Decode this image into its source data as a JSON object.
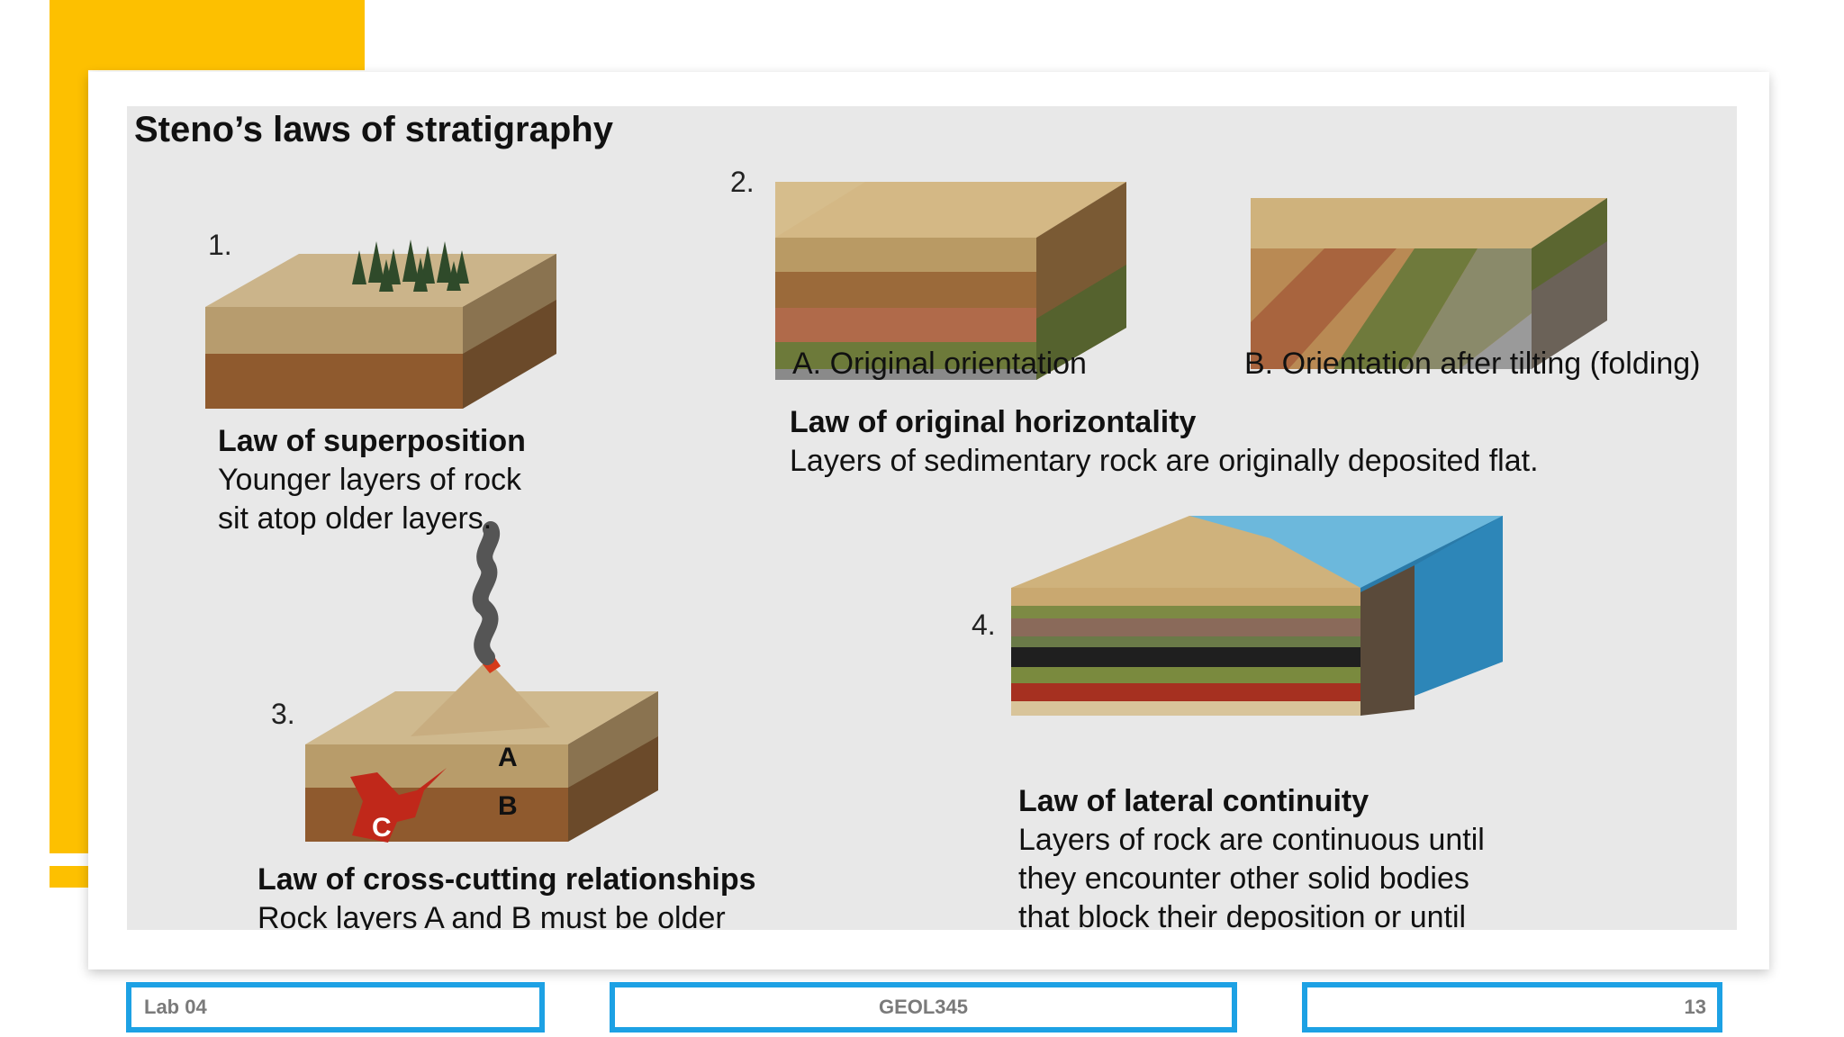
{
  "figure": {
    "title": "Steno’s laws of stratigraphy",
    "panel1": {
      "number": "1.",
      "heading": "Law of superposition",
      "text_line1": "Younger layers of rock",
      "text_line2": "sit atop older layers."
    },
    "panel2": {
      "number": "2.",
      "label_a": "A. Original orientation",
      "label_b": "B. Orientation after tilting (folding)",
      "heading": "Law of original horizontality",
      "text_line1": "Layers of sedimentary rock are originally deposited flat."
    },
    "panel3": {
      "number": "3.",
      "marker_a": "A",
      "marker_b": "B",
      "marker_c": "C",
      "heading": "Law of cross-cutting relationships",
      "text_line1": "Rock layers A and B must be older"
    },
    "panel4": {
      "number": "4.",
      "heading": "Law of lateral continuity",
      "text_line1": "Layers of rock are continuous until",
      "text_line2": "they encounter other solid bodies",
      "text_line3": "that block their deposition or until"
    }
  },
  "footer": {
    "left": "Lab 04",
    "center": "GEOL345",
    "right": "13"
  },
  "colors": {
    "accent_yellow": "#fdc000",
    "footer_border": "#1da1e4"
  }
}
